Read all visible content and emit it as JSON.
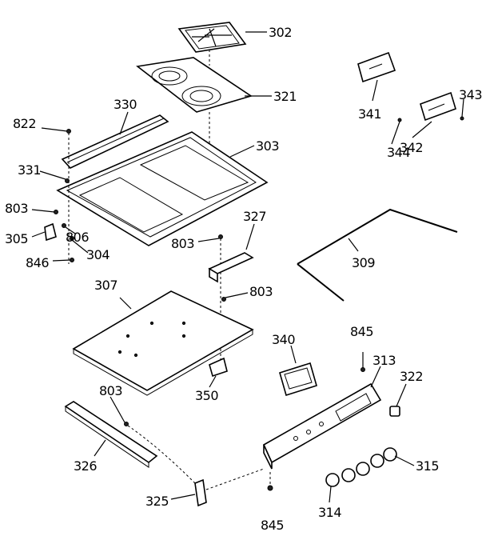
{
  "labels": {
    "l302": "302",
    "l321": "321",
    "l341": "341",
    "l343": "343",
    "l330": "330",
    "l822": "822",
    "l303": "303",
    "l344": "344",
    "l342": "342",
    "l331": "331",
    "l327": "327",
    "l803a": "803",
    "l305": "305",
    "l806": "806",
    "l803b": "803",
    "l304": "304",
    "l846": "846",
    "l309": "309",
    "l307": "307",
    "l803c": "803",
    "l340": "340",
    "l845a": "845",
    "l313": "313",
    "l322": "322",
    "l803d": "803",
    "l350": "350",
    "l326": "326",
    "l315": "315",
    "l325": "325",
    "l314": "314",
    "l845b": "845"
  }
}
